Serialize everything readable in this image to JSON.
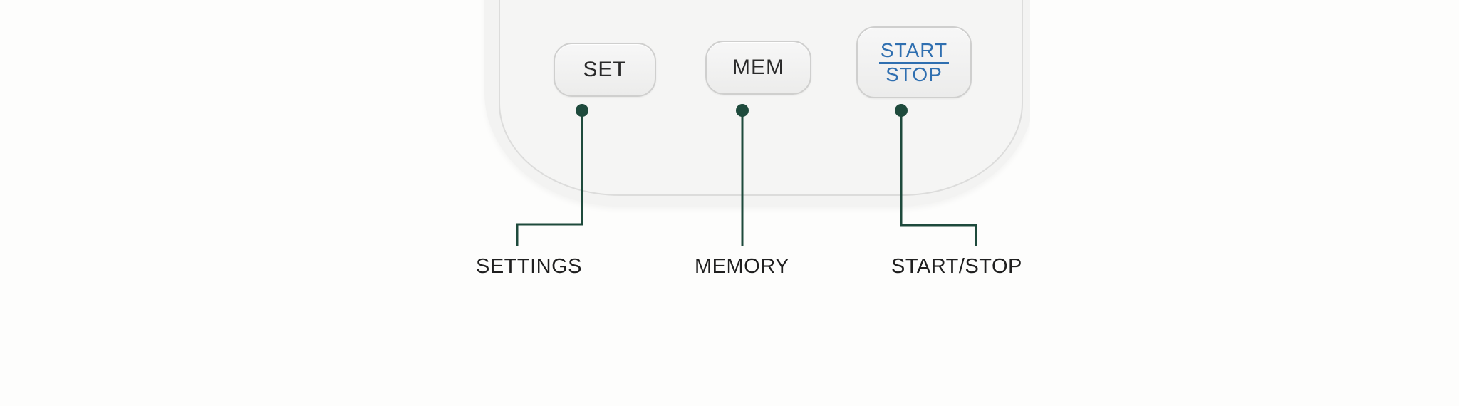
{
  "buttons": {
    "set_label": "SET",
    "mem_label": "MEM",
    "start_label": "START",
    "stop_label": "STOP"
  },
  "callouts": {
    "settings": "SETTINGS",
    "memory": "MEMORY",
    "start_stop": "START/STOP"
  },
  "colors": {
    "leader_line": "#1e4a3c",
    "start_stop_text": "#2f6fb0"
  }
}
